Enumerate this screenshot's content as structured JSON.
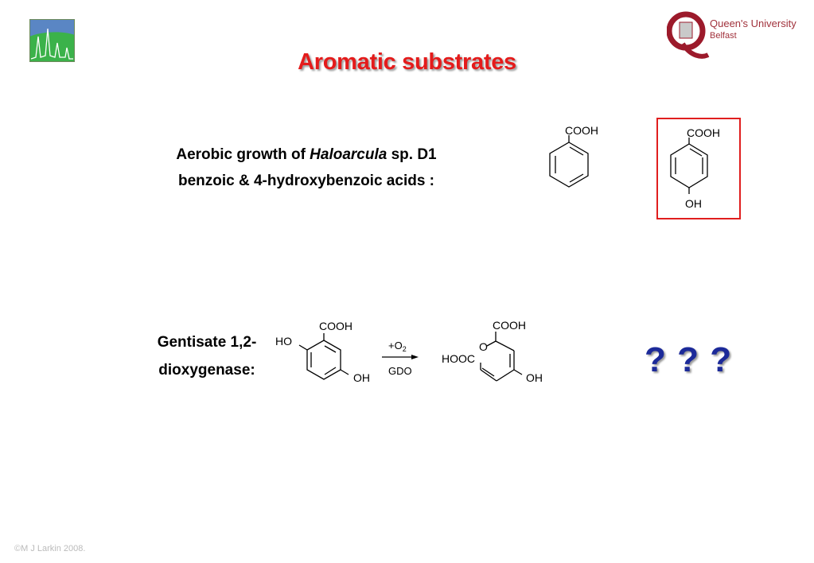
{
  "slide": {
    "title": "Aromatic substrates",
    "logo_left_icon": "spectrum-chart-logo-icon",
    "logo_right": {
      "icon": "queens-university-crest-icon",
      "line1": "Queen's University",
      "line2": "Belfast",
      "colors": {
        "crest": "#9c1a2b",
        "text": "#a1323c"
      }
    },
    "growth_text": {
      "line1_pre": "Aerobic growth of ",
      "line1_italic": "Haloarcula",
      "line1_post": " sp. D1",
      "line2": "benzoic & 4-hydroxybenzoic acids :"
    },
    "benzoic_acid": {
      "group_top": "COOH"
    },
    "hydroxybenzoic_acid": {
      "group_top": "COOH",
      "group_bottom": "OH",
      "highlight_color": "#e01e1e"
    },
    "enzyme_label": {
      "line1": "Gentisate 1,2-",
      "line2": "dioxygenase:"
    },
    "gentisate": {
      "cooh": "COOH",
      "ho": "HO",
      "oh": "OH"
    },
    "reaction_arrow": {
      "above_prefix": "+O",
      "above_subscript": "2",
      "below": "GDO"
    },
    "product": {
      "cooh": "COOH",
      "o": "O",
      "hooc": "HOOC",
      "oh": "OH"
    },
    "question_marks": "? ? ?",
    "question_color": "#1c2a99",
    "title_color": "#e41b1b",
    "copyright": "©M J Larkin 2008."
  }
}
